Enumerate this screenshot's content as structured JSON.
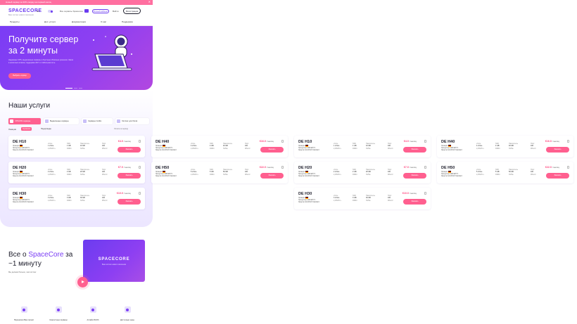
{
  "topbar": {
    "text": "Новый сервер за 30% скидку на первый месяц",
    "close": "✕"
  },
  "navbar": {
    "logo": "SPACECORE",
    "logo_sub": "Ваш хостинг нового поколения",
    "lang": "RU",
    "search": "Все сервисы Spacecore",
    "lk": "Личный кабинет",
    "login": "Войти",
    "register": "Регистрация"
  },
  "subnav": [
    "Продукты",
    "Доп. услуги",
    "Документация",
    "О нас",
    "Поддержка"
  ],
  "hero": {
    "title": "Получите сервер за 2 минуты",
    "desc": "Надежные VPS, выделенные серверы и быстрые облачные решения. Заказ в несколько кликов, поддержка 24/7 и стабильная сеть.",
    "button": "Выбрать сервер"
  },
  "services": {
    "title": "Наши услуги",
    "tabs": [
      "VPS/VDS серверы",
      "Выделенные серверы",
      "Серверы Cordis",
      "Хостинг для ботов"
    ],
    "location_label": "Локация",
    "locations": [
      "Германия",
      "Нидерланды"
    ],
    "hint": "Оплата за период"
  },
  "spec_labels": {
    "cpu": "vCore",
    "ssd": "SSD",
    "net": "Накопитель",
    "port": "Порт",
    "location": "Локация",
    "cpu_model": "Процессор",
    "disk_type": "Защита"
  },
  "card_common": {
    "cpu_model": "AMD EPYC",
    "disk_type": "Anti-DDoS Standard",
    "order": "Заказать",
    "per": "/ месяц"
  },
  "cards": [
    {
      "name": "DE H10",
      "cpu": "1 vCore",
      "cpu_sub": "2,25GHz+",
      "ram": "1 GB",
      "ram_sub": "DDR4",
      "disk": "10 GB",
      "disk_sub": "NVMe",
      "port": "100",
      "port_sub": "Мбит/с",
      "price": "€4.0"
    },
    {
      "name": "DE H20",
      "cpu": "2 vCore",
      "cpu_sub": "2,25GHz+",
      "ram": "2 GB",
      "ram_sub": "DDR4",
      "disk": "20 GB",
      "disk_sub": "NVMe",
      "port": "100",
      "port_sub": "Мбит/с",
      "price": "€7.0"
    },
    {
      "name": "DE H30",
      "cpu": "3 vCore",
      "cpu_sub": "2,25GHz+",
      "ram": "3 GB",
      "ram_sub": "DDR4",
      "disk": "30 GB",
      "disk_sub": "NVMe",
      "port": "100",
      "port_sub": "Мбит/с",
      "price": "€10.0"
    },
    {
      "name": "DE H40",
      "cpu": "4 vCore",
      "cpu_sub": "2,25GHz+",
      "ram": "4 GB",
      "ram_sub": "DDR4",
      "disk": "40 GB",
      "disk_sub": "NVMe",
      "port": "100",
      "port_sub": "Мбит/с",
      "price": "€16.0"
    },
    {
      "name": "DE H50",
      "cpu": "5 vCore",
      "cpu_sub": "2,25GHz+",
      "ram": "5 GB",
      "ram_sub": "DDR4",
      "disk": "50 GB",
      "disk_sub": "NVMe",
      "port": "100",
      "port_sub": "Мбит/с",
      "price": "€22.0"
    }
  ],
  "about": {
    "title_pre": "Все о ",
    "title_brand": "SpaceCore",
    "title_post": " за ~1 минуту",
    "sub": "Мы делаем больше, чем хостинг",
    "logo": "SPACECORE",
    "logo_sub": "Ваш хостинг нового поколения"
  },
  "features": [
    "Перенесем Ваш проект",
    "Скоростные серверы",
    "Аптайм 99.9%",
    "Доступные цены"
  ],
  "colors": {
    "accent": "#7a3df5",
    "cta": "#ff5f8f"
  }
}
